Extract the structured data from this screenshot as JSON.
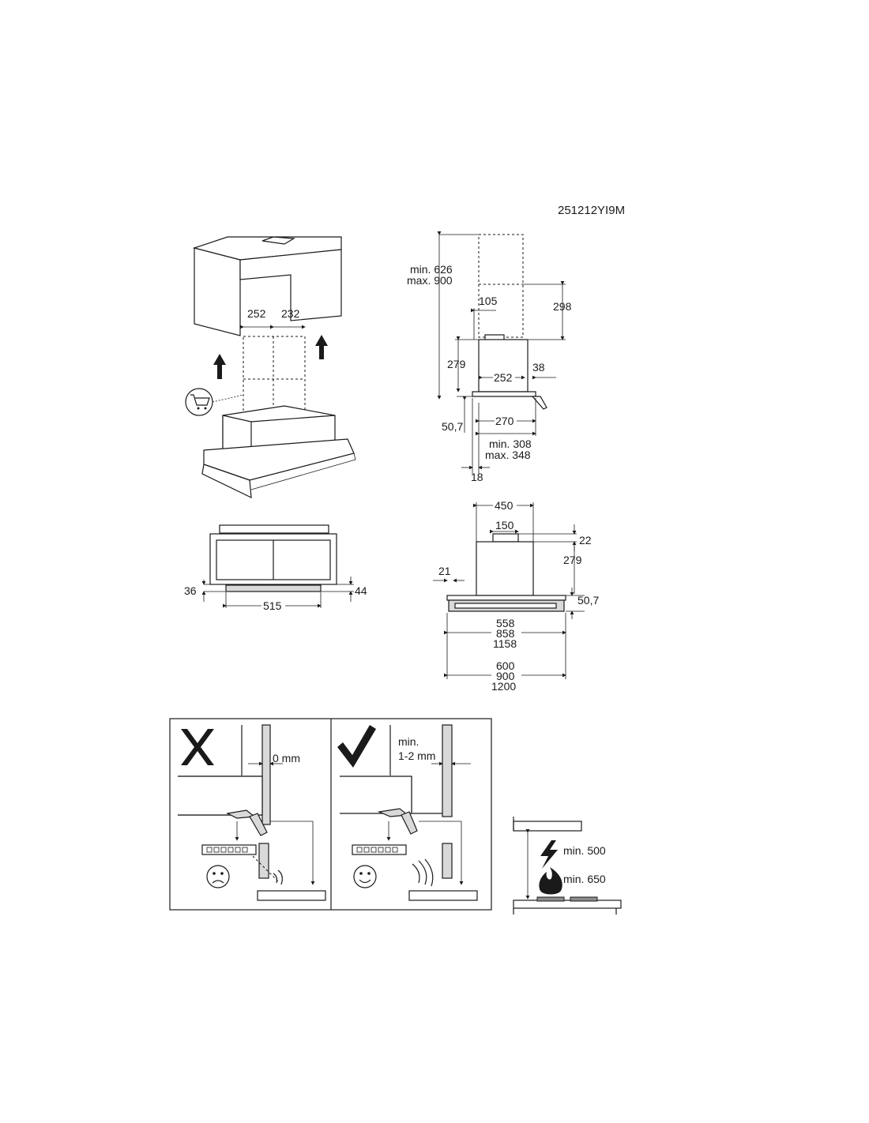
{
  "doc_code": "251212YI9M",
  "panel_iso": {
    "w1": "252",
    "w2": "232"
  },
  "panel_side": {
    "h_total_min": "min. 626",
    "h_total_max": "max. 900",
    "d105": "105",
    "d298": "298",
    "d279": "279",
    "d252": "252",
    "d38": "38",
    "d50_7": "50,7",
    "d270": "270",
    "depth_min": "min. 308",
    "depth_max": "max. 348",
    "d18": "18"
  },
  "panel_bottom": {
    "d36": "36",
    "d44": "44",
    "d515": "515"
  },
  "panel_front": {
    "d450": "450",
    "d150": "150",
    "d22": "22",
    "d279": "279",
    "d21": "21",
    "d50_7": "50,7",
    "w558": "558",
    "w858": "858",
    "w1158": "1158",
    "w600": "600",
    "w900": "900",
    "w1200": "1200"
  },
  "panel_install": {
    "gap_wrong": "0 mm",
    "gap_right_1": "min.",
    "gap_right_2": "1-2 mm"
  },
  "panel_distance": {
    "electric": "min. 500",
    "gas": "min. 650"
  },
  "icons": [
    "cart-icon",
    "wrong-mark-icon",
    "correct-mark-icon",
    "sad-face-icon",
    "happy-face-icon",
    "lightning-icon",
    "flame-icon",
    "arrow-up-icon"
  ]
}
